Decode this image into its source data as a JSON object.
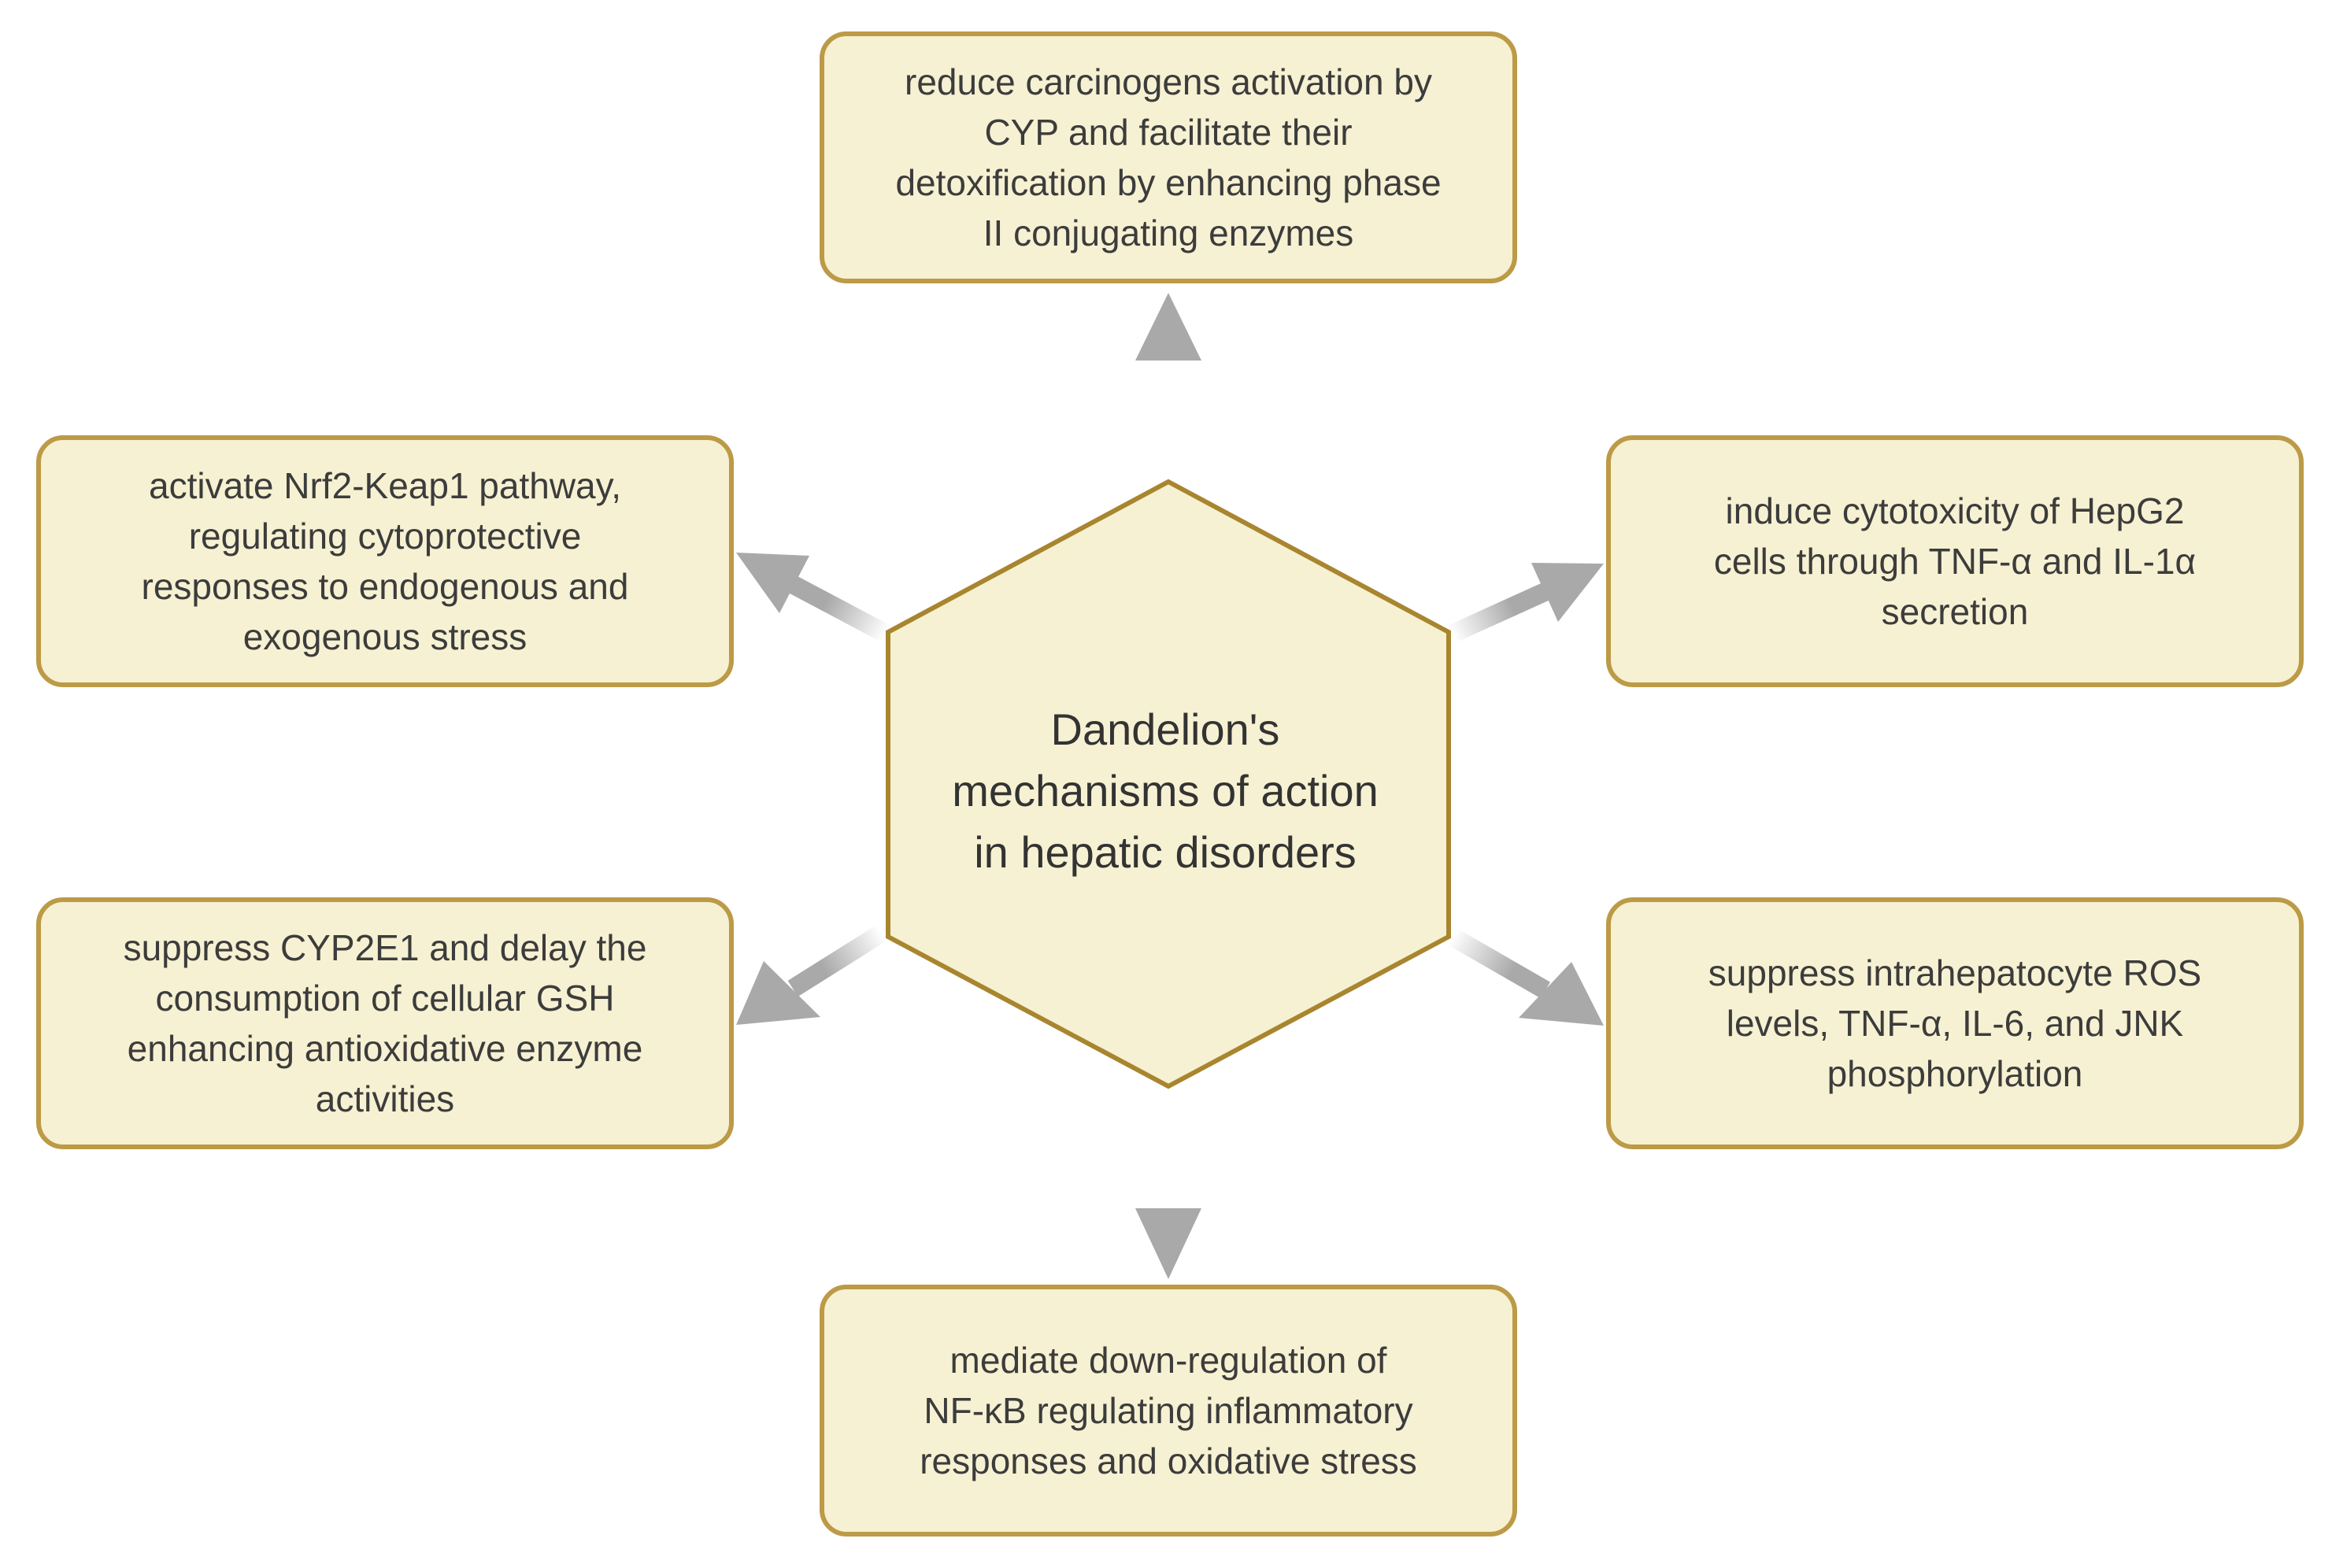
{
  "colors": {
    "box_fill": "#f6f1d2",
    "box_border": "#bc9a46",
    "hexagon_fill": "#f6f1d2",
    "hexagon_border": "#a8852f",
    "arrow": "#a9a9a9",
    "text": "#3c3c3c"
  },
  "center": {
    "title": "Dandelion's\nmechanisms of action\nin hepatic disorders"
  },
  "mechanisms": {
    "top": "reduce carcinogens activation by\nCYP and facilitate their\ndetoxification by enhancing phase\nII conjugating enzymes",
    "upper_left": "activate Nrf2-Keap1 pathway,\nregulating cytoprotective\nresponses to endogenous and\nexogenous stress",
    "upper_right": "induce cytotoxicity of HepG2\ncells through TNF-α and IL-1α\nsecretion",
    "lower_left": "suppress CYP2E1 and delay the\nconsumption of cellular GSH\nenhancing antioxidative enzyme\nactivities",
    "lower_right": "suppress intrahepatocyte ROS\nlevels, TNF-α, IL-6, and JNK\nphosphorylation",
    "bottom": "mediate down-regulation of\nNF-κB regulating inflammatory\nresponses and oxidative stress"
  }
}
